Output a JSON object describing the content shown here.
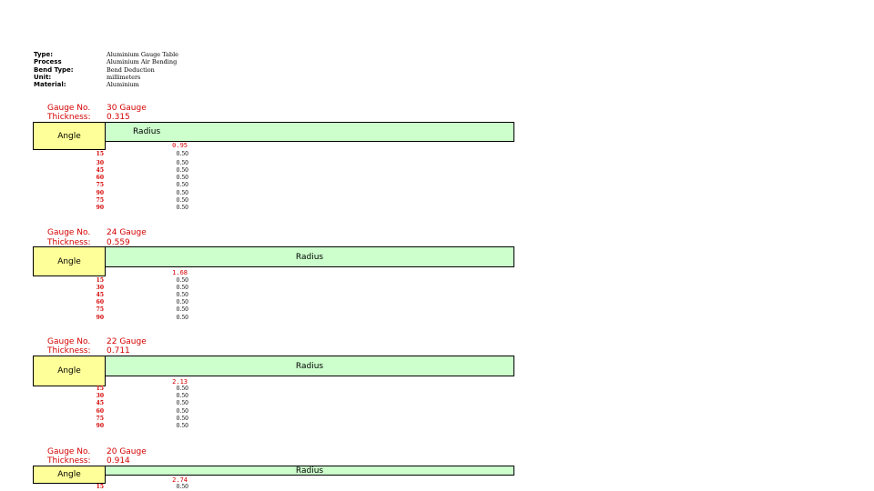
{
  "meta": [
    {
      "key": "Type:",
      "value": "Aluminium Gauge Table"
    },
    {
      "key": "Process",
      "value": "Aluminium Air Bending"
    },
    {
      "key": "Bend Type:",
      "value": "Bend Deduction"
    },
    {
      "key": "Unit:",
      "value": "millimeters"
    },
    {
      "key": "Material:",
      "value": "Aluminium"
    }
  ],
  "labels": {
    "gauge_no": "Gauge No.",
    "thickness": "Thickness:",
    "angle": "Angle",
    "radius": "Radius"
  },
  "sections": [
    {
      "gauge": "30 Gauge",
      "thickness": "0.315",
      "k": "0.95",
      "rows": [
        {
          "angle": "15",
          "radius": "0.50"
        },
        {
          "angle": "30",
          "radius": "0.50"
        },
        {
          "angle": "45",
          "radius": "0.50"
        },
        {
          "angle": "60",
          "radius": "0.50"
        },
        {
          "angle": "75",
          "radius": "0.50"
        },
        {
          "angle": "90",
          "radius": "0.50"
        },
        {
          "angle": "75",
          "radius": "0.50"
        },
        {
          "angle": "90",
          "radius": "0.50"
        }
      ]
    },
    {
      "gauge": "24 Gauge",
      "thickness": "0.559",
      "k": "1.68",
      "rows": [
        {
          "angle": "15",
          "radius": "0.50"
        },
        {
          "angle": "30",
          "radius": "0.50"
        },
        {
          "angle": "45",
          "radius": "0.50"
        },
        {
          "angle": "60",
          "radius": "0.50"
        },
        {
          "angle": "75",
          "radius": "0.50"
        },
        {
          "angle": "90",
          "radius": "0.50"
        }
      ]
    },
    {
      "gauge": "22 Gauge",
      "thickness": "0.711",
      "k": "2.13",
      "rows": [
        {
          "angle": "15",
          "radius": "0.50"
        },
        {
          "angle": "30",
          "radius": "0.50"
        },
        {
          "angle": "45",
          "radius": "0.50"
        },
        {
          "angle": "60",
          "radius": "0.50"
        },
        {
          "angle": "75",
          "radius": "0.50"
        },
        {
          "angle": "90",
          "radius": "0.50"
        }
      ]
    },
    {
      "gauge": "20 Gauge",
      "thickness": "0.914",
      "k": "2.74",
      "rows": [
        {
          "angle": "15",
          "radius": "0.50"
        }
      ]
    }
  ]
}
